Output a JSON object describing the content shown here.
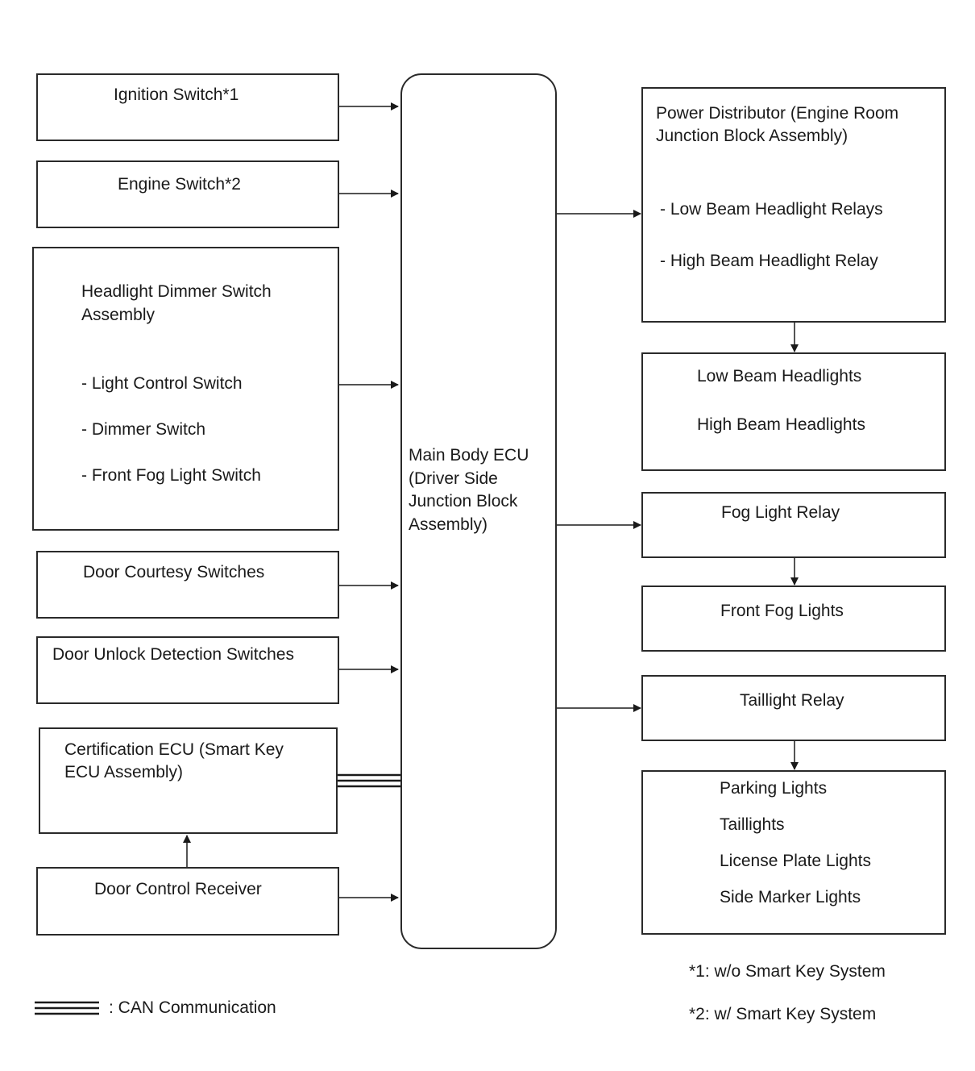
{
  "inputs": {
    "ignition_switch": "Ignition Switch*1",
    "engine_switch": "Engine Switch*2",
    "headlight_dimmer": {
      "title_line1": "Headlight Dimmer Switch",
      "title_line2": "Assembly",
      "items": [
        "- Light Control Switch",
        "- Dimmer Switch",
        "- Front Fog Light Switch"
      ]
    },
    "door_courtesy": "Door Courtesy Switches",
    "door_unlock": "Door Unlock Detection Switches",
    "certification_ecu": {
      "line1": "Certification ECU (Smart Key",
      "line2": "ECU Assembly)"
    },
    "door_control_receiver": "Door Control Receiver"
  },
  "main_ecu": {
    "lines": [
      "Main Body ECU",
      "(Driver Side",
      "Junction Block",
      "Assembly)"
    ]
  },
  "outputs": {
    "power_distributor": {
      "line1": "Power Distributor (Engine Room",
      "line2": "Junction Block Assembly)",
      "items": [
        "- Low Beam Headlight Relays",
        "- High Beam Headlight Relay"
      ]
    },
    "headlights": [
      "Low Beam Headlights",
      "High Beam Headlights"
    ],
    "fog_light_relay": "Fog Light Relay",
    "front_fog_lights": "Front Fog Lights",
    "taillight_relay": "Taillight Relay",
    "lights": [
      "Parking Lights",
      "Taillights",
      "License Plate Lights",
      "Side Marker Lights"
    ]
  },
  "notes": [
    "*1: w/o Smart Key System",
    "*2: w/ Smart Key System"
  ],
  "legend": {
    "can_label": ": CAN Communication"
  }
}
